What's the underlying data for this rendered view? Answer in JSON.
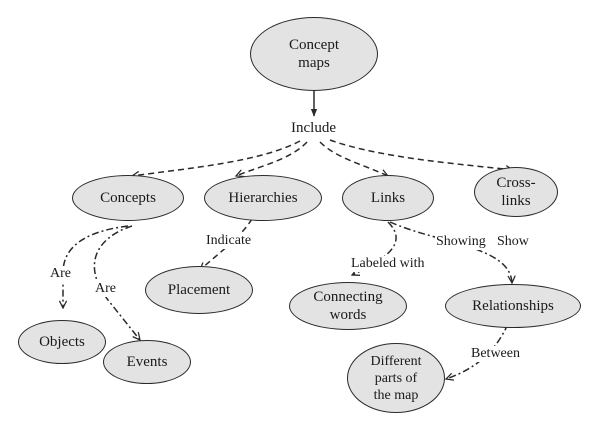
{
  "nodes": {
    "concept_maps": "Concept\nmaps",
    "concepts": "Concepts",
    "hierarchies": "Hierarchies",
    "links": "Links",
    "cross_links": "Cross-\nlinks",
    "objects": "Objects",
    "events": "Events",
    "placement": "Placement",
    "connecting_words": "Connecting\nwords",
    "relationships": "Relationships",
    "different_parts": "Different\nparts of\nthe map"
  },
  "edge_labels": {
    "include": "Include",
    "indicate": "Indicate",
    "are_1": "Are",
    "are_2": "Are",
    "labeled_with": "Labeled with",
    "showing": "Showing",
    "show": "Show",
    "between": "Between"
  },
  "colors": {
    "node_fill": "#e3e3e3",
    "stroke": "#2a2a2a"
  }
}
